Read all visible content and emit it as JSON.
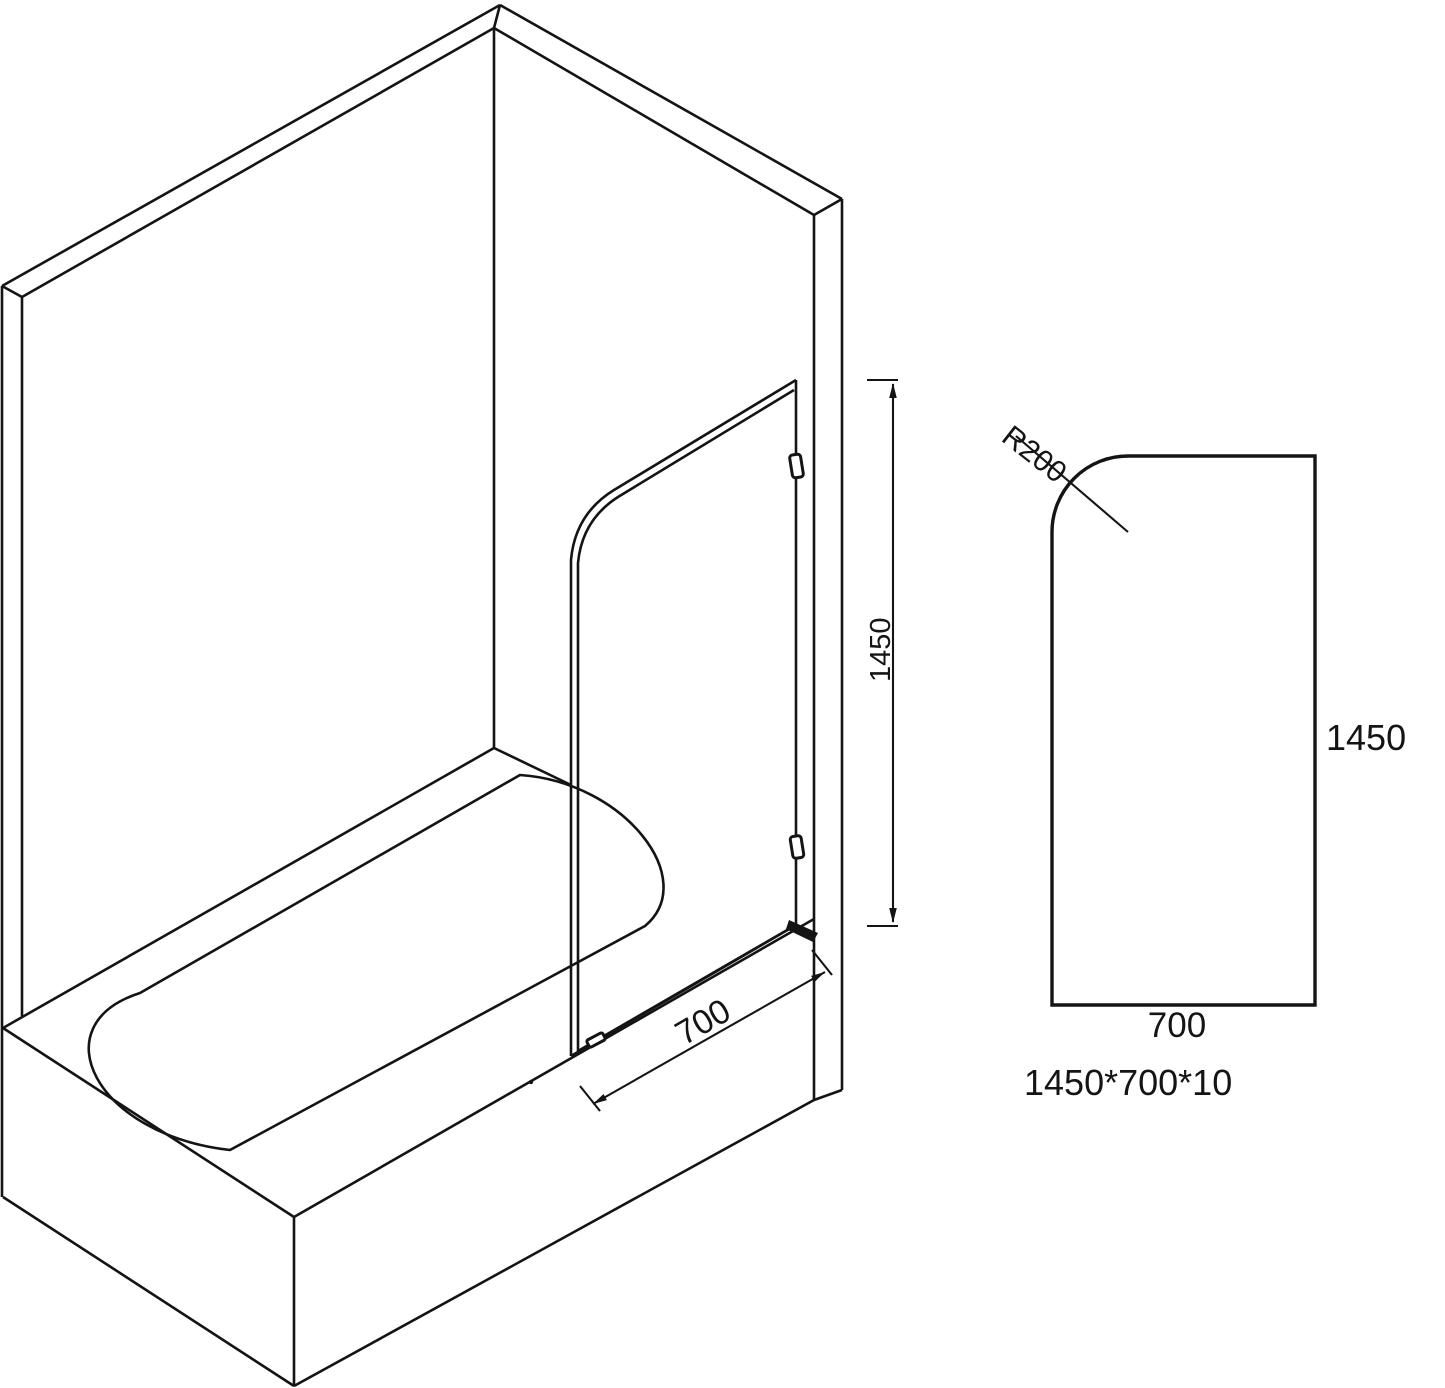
{
  "drawing": {
    "title": "Bath screen over bathtub - technical drawing",
    "line_color": "#141414",
    "background_color": "#ffffff",
    "views": {
      "isometric": {
        "description": "Corner walls with bathtub and hinged glass bath screen",
        "dimensions": {
          "screen_height": "1450",
          "screen_width": "700"
        },
        "parts": [
          "left-wall",
          "right-wall",
          "bathtub",
          "tub-basin",
          "glass-screen",
          "hinges",
          "bottom-bracket"
        ]
      },
      "panel_front": {
        "description": "Flat glass panel outline with rounded top-left corner",
        "corner_radius_label": "R200",
        "height_label": "1450",
        "width_label": "700",
        "size_label": "1450*700*10"
      }
    }
  }
}
